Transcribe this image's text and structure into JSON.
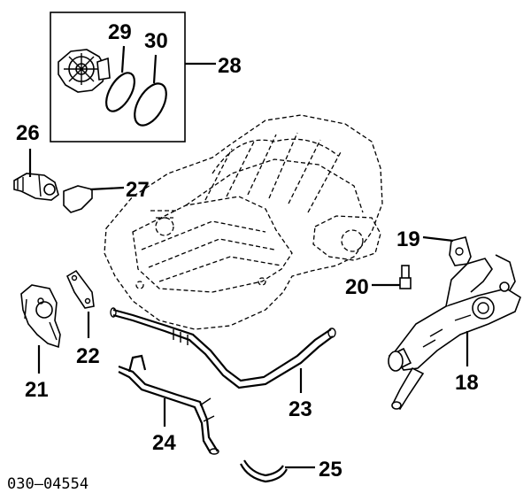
{
  "diagram_code": "030–04554",
  "callouts": {
    "p18": "18",
    "p19": "19",
    "p20": "20",
    "p21": "21",
    "p22": "22",
    "p23": "23",
    "p24": "24",
    "p25": "25",
    "p26": "26",
    "p27": "27",
    "p28": "28",
    "p29": "29",
    "p30": "30"
  }
}
